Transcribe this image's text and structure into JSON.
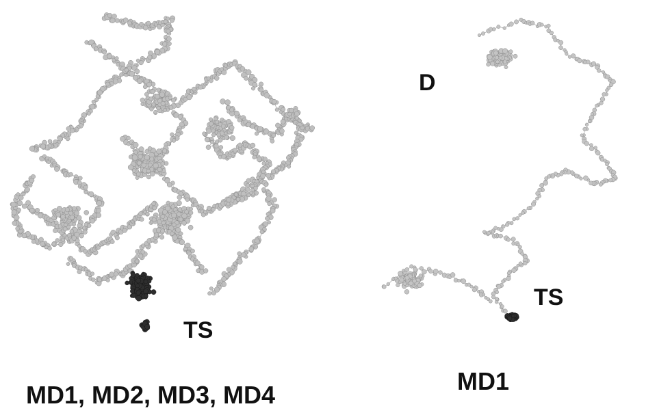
{
  "panels": [
    {
      "caption": "MD1, MD2, MD3, MD4",
      "marker_label": "TS",
      "style": {
        "node_color": "#bfbfbf",
        "edge_color": "#a8a8a8",
        "cluster_color": "#2e2e2e"
      }
    },
    {
      "caption": "MD1",
      "marker_label": "TS",
      "start_label": "D",
      "style": {
        "node_color": "#c4c4c4",
        "edge_color": "#b0b0b0",
        "cluster_color": "#2e2e2e"
      }
    }
  ]
}
